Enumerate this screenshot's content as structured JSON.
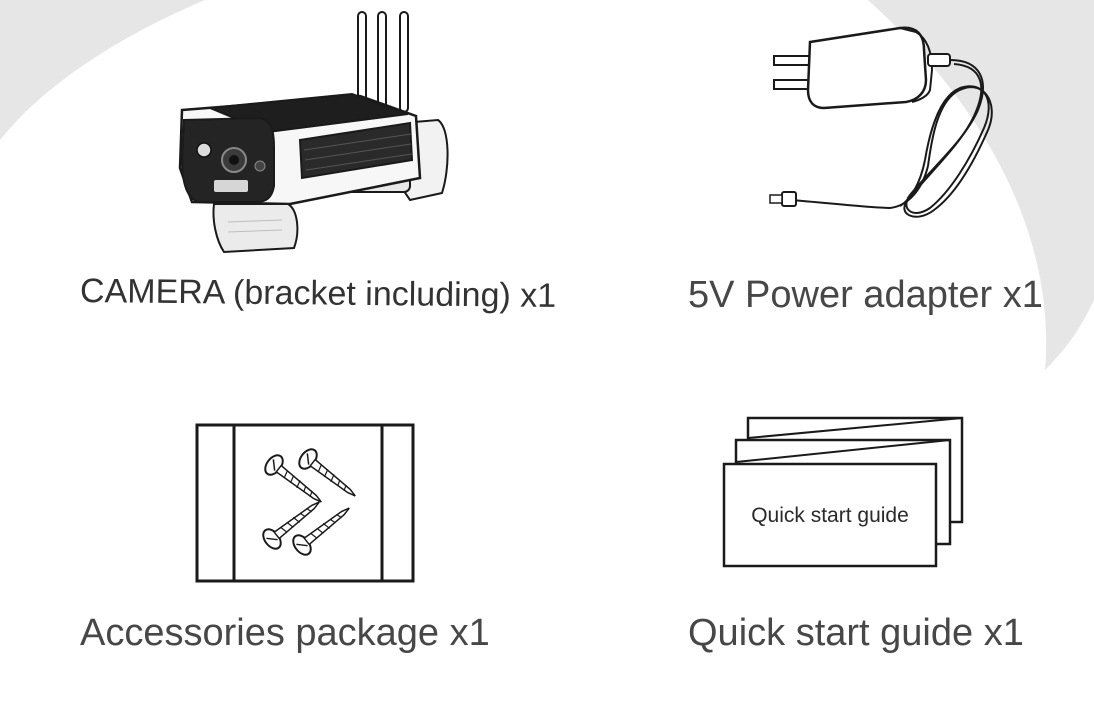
{
  "items": [
    {
      "caption": "CAMERA (bracket including) x1",
      "icon": "solar-camera-icon"
    },
    {
      "caption": "5V Power adapter x1",
      "icon": "power-adapter-icon"
    },
    {
      "caption": "Accessories package x1",
      "icon": "screws-package-icon"
    },
    {
      "caption": "Quick start guide x1",
      "icon": "quick-start-guide-icon",
      "booklet_label": "Quick start guide"
    }
  ],
  "colors": {
    "background": "#ffffff",
    "decor_swoosh": "#e6e6e6",
    "caption_text": "#474747",
    "line_art": "#1a1a1a"
  }
}
